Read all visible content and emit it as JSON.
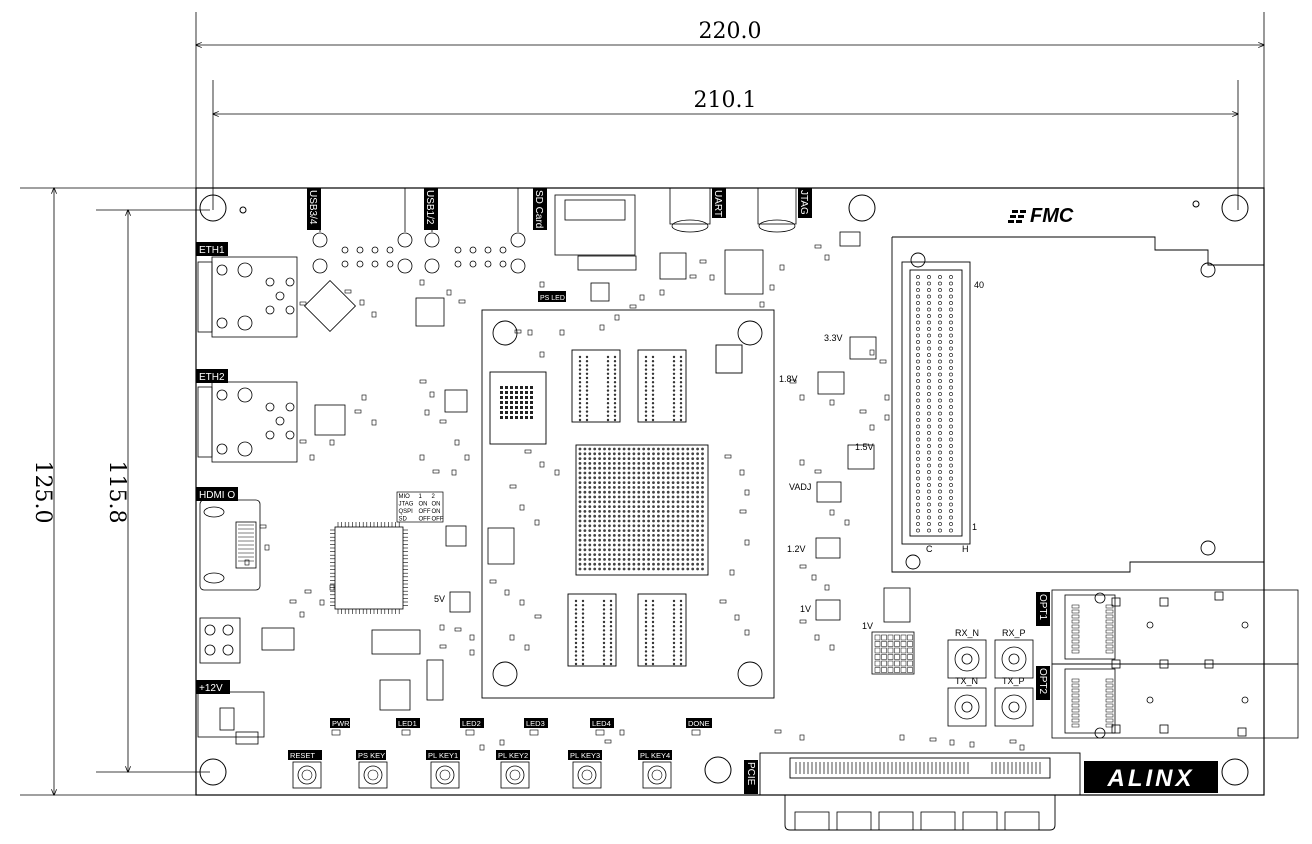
{
  "dimensions": {
    "overall_width": "220.0",
    "hole_width": "210.1",
    "overall_height": "125.0",
    "hole_height": "115.8"
  },
  "connectors": {
    "eth1": "ETH1",
    "eth2": "ETH2",
    "hdmi": "HDMI O",
    "power": "+12V",
    "usb34": "USB3/4",
    "usb12": "USB1/2",
    "sd": "SD Card",
    "uart": "UART",
    "jtag": "JTAG",
    "pcie": "PCIE",
    "opt1": "OPT1",
    "opt2": "OPT2"
  },
  "fmc": {
    "logo": "FMC",
    "pin40": "40",
    "pin1": "1",
    "row_h": "H",
    "row_c": "C"
  },
  "leds": {
    "ps_led": "PS LED",
    "pwr": "PWR",
    "led1": "LED1",
    "led2": "LED2",
    "led3": "LED3",
    "led4": "LED4",
    "done": "DONE"
  },
  "keys": {
    "reset": "RESET",
    "ps_key": "PS KEY",
    "pl_key1": "PL KEY1",
    "pl_key2": "PL KEY2",
    "pl_key3": "PL KEY3",
    "pl_key4": "PL KEY4"
  },
  "sma": {
    "rx_n": "RX_N",
    "rx_p": "RX_P",
    "tx_n": "TX_N",
    "tx_p": "TX_P"
  },
  "rails": {
    "v33": "3.3V",
    "v18": "1.8V",
    "v15": "1.5V",
    "vadj": "VADJ",
    "v12": "1.2V",
    "v1a": "1V",
    "v1b": "1V",
    "v5": "5V"
  },
  "brand": "ALINX",
  "boot_table": [
    [
      "MIO",
      "1",
      "2"
    ],
    [
      "JTAG",
      "ON",
      "ON"
    ],
    [
      "QSPI",
      "OFF",
      "ON"
    ],
    [
      "SD",
      "OFF",
      "OFF"
    ]
  ]
}
